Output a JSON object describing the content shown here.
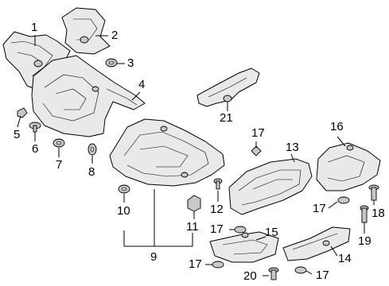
{
  "callouts": [
    "1",
    "2",
    "3",
    "4",
    "5",
    "6",
    "7",
    "8",
    "9",
    "10",
    "11",
    "12",
    "13",
    "14",
    "15",
    "16",
    "17",
    "17",
    "17",
    "17",
    "18",
    "19",
    "20",
    "21"
  ],
  "colors": {
    "line": "#000000",
    "part_fill": "#e9e9e9",
    "background": "#ffffff"
  }
}
